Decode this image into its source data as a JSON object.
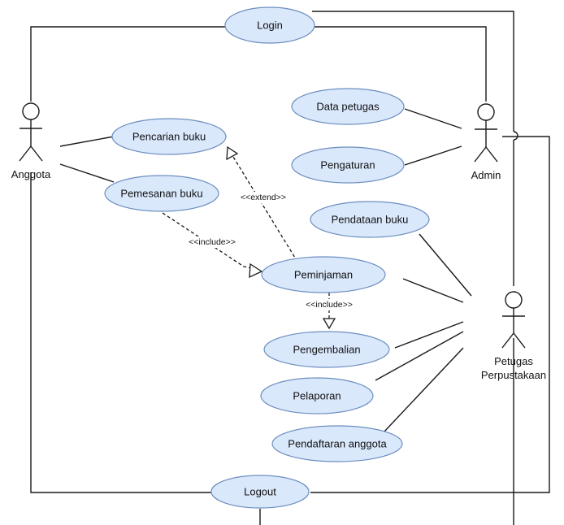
{
  "actors": {
    "anggota": "Anggota",
    "admin": "Admin",
    "petugas_line1": "Petugas",
    "petugas_line2": "Perpustakaan"
  },
  "use_cases": {
    "login": "Login",
    "data_petugas": "Data petugas",
    "pencarian_buku": "Pencarian buku",
    "pengaturan": "Pengaturan",
    "pemesanan_buku": "Pemesanan buku",
    "pendataan_buku": "Pendataan buku",
    "peminjaman": "Peminjaman",
    "pengembalian": "Pengembalian",
    "pelaporan": "Pelaporan",
    "pendaftaran_anggota": "Pendaftaran anggota",
    "logout": "Logout"
  },
  "relations": {
    "extend": "<<extend>>",
    "include_pemesanan": "<<include>>",
    "include_peminjaman": "<<include>>"
  }
}
